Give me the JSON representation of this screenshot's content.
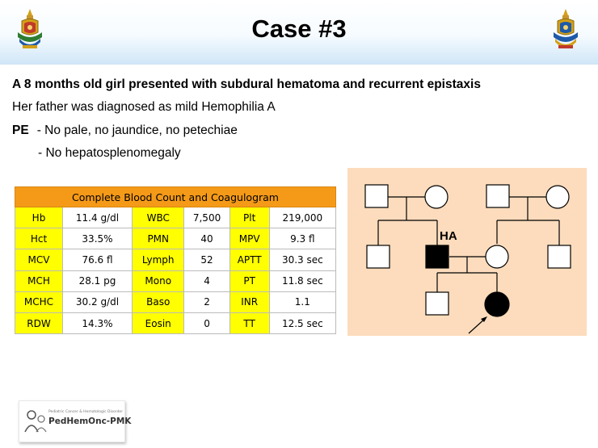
{
  "slide": {
    "title": "Case #3",
    "lines": {
      "history": "A 8 months old girl presented with subdural hematoma and recurrent epistaxis",
      "family": "Her father was diagnosed as mild Hemophilia A",
      "pe_label": "PE",
      "pe_1": "- No pale, no jaundice, no petechiae",
      "pe_2": "- No hepatosplenomegaly"
    }
  },
  "lab_table": {
    "caption": "Complete Blood Count and Coagulogram",
    "rows": [
      [
        [
          "Hb",
          "11.4 g/dl"
        ],
        [
          "WBC",
          "7,500"
        ],
        [
          "Plt",
          "219,000"
        ]
      ],
      [
        [
          "Hct",
          "33.5%"
        ],
        [
          "PMN",
          "40"
        ],
        [
          "MPV",
          "9.3 fl"
        ]
      ],
      [
        [
          "MCV",
          "76.6 fl"
        ],
        [
          "Lymph",
          "52"
        ],
        [
          "APTT",
          "30.3 sec"
        ]
      ],
      [
        [
          "MCH",
          "28.1 pg"
        ],
        [
          "Mono",
          "4"
        ],
        [
          "PT",
          "11.8 sec"
        ]
      ],
      [
        [
          "MCHC",
          "30.2 g/dl"
        ],
        [
          "Baso",
          "2"
        ],
        [
          "INR",
          "1.1"
        ]
      ],
      [
        [
          "RDW",
          "14.3%"
        ],
        [
          "Eosin",
          "0"
        ],
        [
          "TT",
          "12.5 sec"
        ]
      ]
    ]
  },
  "pedigree": {
    "affected_label": "HA",
    "background_color": "#fcdcbc",
    "affected_color": "#000000"
  },
  "logo": {
    "small_text": "Pediatric Cancer & Hematologic Disorder",
    "name": "PedHemOnc-PMK"
  },
  "colors": {
    "caption_bg": "#f59a18",
    "key_cell_bg": "#ffff00"
  }
}
